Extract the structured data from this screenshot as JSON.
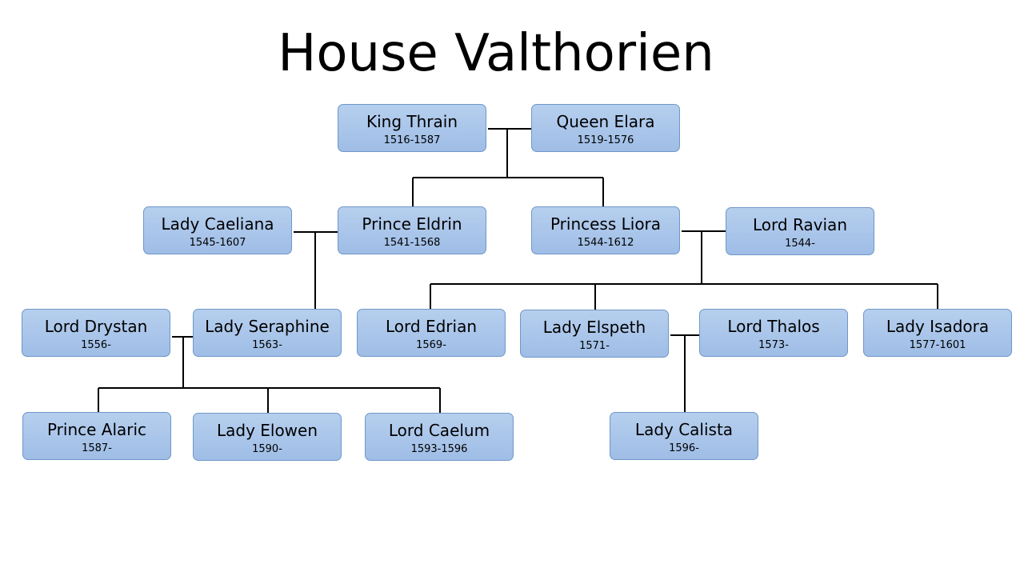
{
  "title": "House Valthorien",
  "people": {
    "thrain": {
      "name": "King Thrain",
      "years": "1516-1587"
    },
    "elara": {
      "name": "Queen Elara",
      "years": "1519-1576"
    },
    "caeliana": {
      "name": "Lady Caeliana",
      "years": "1545-1607"
    },
    "eldrin": {
      "name": "Prince Eldrin",
      "years": "1541-1568"
    },
    "liora": {
      "name": "Princess Liora",
      "years": "1544-1612"
    },
    "ravian": {
      "name": "Lord Ravian",
      "years": "1544-"
    },
    "drystan": {
      "name": "Lord Drystan",
      "years": "1556-"
    },
    "seraphine": {
      "name": "Lady Seraphine",
      "years": "1563-"
    },
    "edrian": {
      "name": "Lord Edrian",
      "years": "1569-"
    },
    "elspeth": {
      "name": "Lady Elspeth",
      "years": "1571-"
    },
    "thalos": {
      "name": "Lord Thalos",
      "years": "1573-"
    },
    "isadora": {
      "name": "Lady Isadora",
      "years": "1577-1601"
    },
    "alaric": {
      "name": "Prince Alaric",
      "years": "1587-"
    },
    "elowen": {
      "name": "Lady Elowen",
      "years": "1590-"
    },
    "caelum": {
      "name": "Lord Caelum",
      "years": "1593-1596"
    },
    "calista": {
      "name": "Lady Calista",
      "years": "1596-"
    }
  },
  "colors": {
    "box_fill": "#a9c6eb",
    "box_border": "#6f97c9",
    "line": "#000000"
  }
}
